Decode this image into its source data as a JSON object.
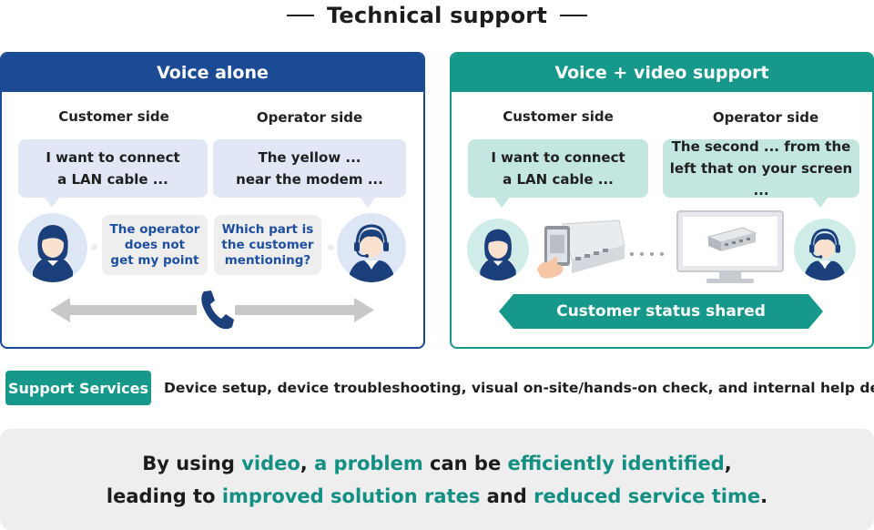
{
  "title": "Technical support",
  "voice_alone": {
    "header": "Voice alone",
    "customer_label": "Customer side",
    "operator_label": "Operator side",
    "customer_bubble": [
      "I want to connect",
      "a LAN cable ..."
    ],
    "operator_bubble": [
      "The yellow ...",
      "near the modem ..."
    ],
    "customer_thought": [
      "The operator",
      "does not",
      "get my point"
    ],
    "operator_thought": [
      "Which part is",
      "the customer",
      "mentioning?"
    ]
  },
  "voice_video": {
    "header": "Voice + video support",
    "customer_label": "Customer side",
    "operator_label": "Operator side",
    "customer_bubble": [
      "I want to connect",
      "a LAN cable ..."
    ],
    "operator_bubble": [
      "The second ... from the",
      "left that on your screen ..."
    ],
    "status_banner": "Customer status shared"
  },
  "support_services": {
    "badge": "Support Services",
    "description": "Device setup, device troubleshooting, visual on-site/hands-on check, and internal help desk"
  },
  "conclusion": {
    "line1": {
      "t1": "By using ",
      "h1": "video",
      "t2": ", ",
      "h2": "a problem",
      "t3": " can be ",
      "h3": "efficiently identified",
      "t4": ","
    },
    "line2": {
      "t1": "leading to ",
      "h1": "improved solution rates",
      "t2": " and ",
      "h2": "reduced service time",
      "t3": "."
    }
  },
  "colors": {
    "blue_accent": "#1c4b96",
    "teal_accent": "#16998b",
    "highlight_text": "#139083",
    "blue_bubble": "#e2e7f5",
    "teal_bubble": "#c4e6e1"
  },
  "icons": [
    "customer-avatar-icon",
    "operator-avatar-icon",
    "phone-icon",
    "double-arrow-icon",
    "tablet-hand-icon",
    "network-switch-icon",
    "monitor-icon"
  ]
}
